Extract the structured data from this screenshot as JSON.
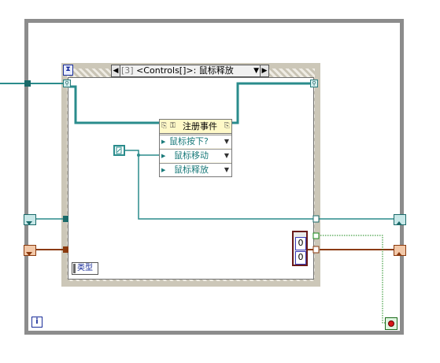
{
  "event_structure": {
    "case_index": "[3]",
    "case_label": "<Controls[]>: 鼠标释放",
    "dropdown_glyph": "▼",
    "prev_glyph": "◀",
    "next_glyph": "▶",
    "timeout_glyph": "⧗",
    "type_label": "类型"
  },
  "register_events": {
    "title": "注册事件",
    "items": [
      {
        "label": "鼠标按下?"
      },
      {
        "label": "鼠标移动"
      },
      {
        "label": "鼠标释放"
      }
    ]
  },
  "array_cluster": {
    "values": [
      "0",
      "0"
    ]
  },
  "while_loop": {
    "iteration_glyph": "i"
  },
  "colors": {
    "loop_border": "#8c8c8c",
    "refnum_wire": "#2a8c8c",
    "cluster_wire": "#8b3a0e",
    "boolean_wire": "#1a8a1a",
    "stop_red": "#d81818"
  }
}
